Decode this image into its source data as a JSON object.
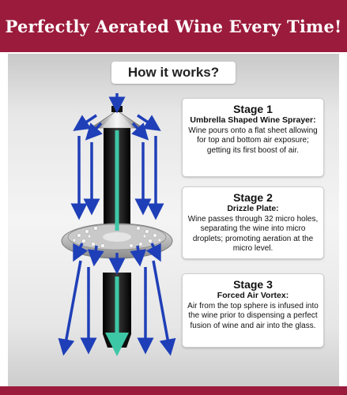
{
  "banner": {
    "title": "Perfectly Aerated Wine Every Time!"
  },
  "how_it_works": {
    "title": "How it works?"
  },
  "stages": [
    {
      "title": "Stage 1",
      "subtitle": "Umbrella Shaped Wine Sprayer:",
      "description": "Wine pours onto a flat sheet allowing for top and bottom air exposure; getting its first boost of air."
    },
    {
      "title": "Stage 2",
      "subtitle": "Drizzle Plate:",
      "description": "Wine passes through 32 micro holes, separating the wine into micro droplets; promoting aeration at the micro level."
    },
    {
      "title": "Stage 3",
      "subtitle": "Forced Air Vortex:",
      "description": "Air from the top sphere is infused into the wine prior to dispensing a perfect fusion of wine and air into the glass."
    }
  ],
  "colors": {
    "brand": "#9b1b3c",
    "arrow_blue": "#1f3fb8",
    "flow_green": "#3ec7a6",
    "body_dark": "#1a1a1a"
  }
}
